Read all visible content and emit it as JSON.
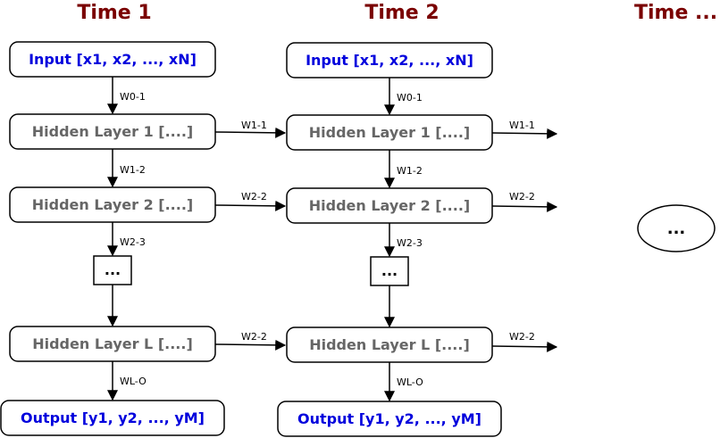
{
  "colors": {
    "title": "#7a0000",
    "io_text": "#0000dd",
    "hidden_text": "#666666",
    "stroke": "#000000",
    "background": "#ffffff"
  },
  "titles": [
    "Time 1",
    "Time 2",
    "Time ..."
  ],
  "columns": [
    {
      "input": "Input [x1, x2, ..., xN]",
      "hidden1": "Hidden Layer 1 [....]",
      "hidden2": "Hidden Layer 2 [....]",
      "dots": "...",
      "hiddenL": "Hidden Layer L [....]",
      "output": "Output [y1, y2, ..., yM]",
      "edge_labels": [
        "W0-1",
        "W1-2",
        "W2-3",
        "WL-O"
      ]
    },
    {
      "input": "Input [x1, x2, ..., xN]",
      "hidden1": "Hidden Layer 1 [....]",
      "hidden2": "Hidden Layer 2 [....]",
      "dots": "...",
      "hiddenL": "Hidden Layer L [....]",
      "output": "Output [y1, y2, ..., yM]",
      "edge_labels": [
        "W0-1",
        "W1-2",
        "W2-3",
        "WL-O"
      ]
    }
  ],
  "recurrent_labels": {
    "col1_to_col2": [
      "W1-1",
      "W2-2",
      "W2-2"
    ],
    "col2_to_next": [
      "W1-1",
      "W2-2",
      "W2-2"
    ]
  },
  "continuation": "..."
}
